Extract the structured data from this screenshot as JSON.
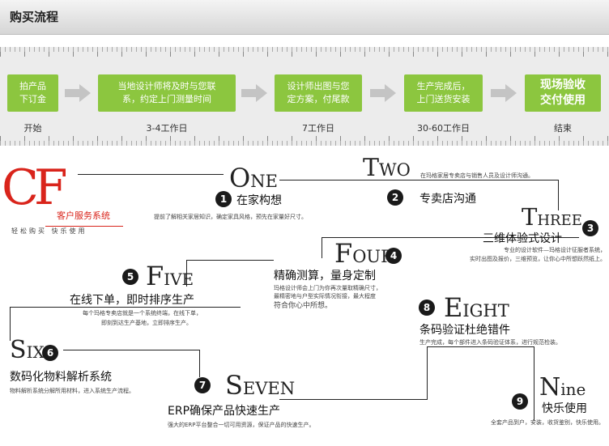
{
  "header": {
    "title": "购买流程"
  },
  "process": {
    "steps": [
      {
        "text": "拍产品\n下订金",
        "label": "开始"
      },
      {
        "text": "当地设计师将及时与您联\n系，约定上门测量时间",
        "label": "3-4工作日"
      },
      {
        "text": "设计师出图与您\n定方案，付尾款",
        "label": "7工作日"
      },
      {
        "text": "生产完成后，\n上门送货安装",
        "label": "30-60工作日"
      },
      {
        "text": "现场验收\n交付使用",
        "label": "结束"
      }
    ]
  },
  "brand": {
    "logo": "CF",
    "subtitle": "客户服务系统",
    "slogan": "轻松购买 快乐使用"
  },
  "flow": [
    {
      "num": "1",
      "en_cap": "O",
      "en_rest": "NE",
      "title": "在家构想",
      "desc": [
        "提前了解相关家居知识，确定家具风格，预先在家量好尺寸。"
      ]
    },
    {
      "num": "2",
      "en_cap": "T",
      "en_rest": "WO",
      "title": "专卖店沟通",
      "desc": [
        "在玛格家居专卖店与销售人员及设计师沟通。"
      ]
    },
    {
      "num": "3",
      "en_cap": "T",
      "en_rest": "HREE",
      "title": "三维体验式设计",
      "desc": [
        "专业的设计软件—玛格设计征服者系统，",
        "实时出图及报价，三维预览，让你心中所想跃然纸上。"
      ]
    },
    {
      "num": "4",
      "en_cap": "F",
      "en_rest": "OUR",
      "title": "精确测算，量身定制",
      "desc": [
        "玛格设计师会上门为你再次量取精确尺寸，",
        "最精密地与户型实际情况衔接，最大程度",
        "符合你心中所想。"
      ]
    },
    {
      "num": "5",
      "en_cap": "F",
      "en_rest": "IVE",
      "title": "在线下单，即时排序生产",
      "desc": [
        "每个玛格专卖店就是一个系统终端，在线下单，",
        "即刻到达生产基地，立即排序生产。"
      ]
    },
    {
      "num": "6",
      "en_cap": "S",
      "en_rest": "IX",
      "title": "数码化物料解析系统",
      "desc": [
        "物料解析系统分解所用材料，进入系统生产流程。"
      ]
    },
    {
      "num": "7",
      "en_cap": "S",
      "en_rest": "EVEN",
      "title": "ERP确保产品快速生产",
      "desc": [
        "强大的ERP平台整合一切可用资源，保证产品的快速生产。"
      ]
    },
    {
      "num": "8",
      "en_cap": "E",
      "en_rest": "IGHT",
      "title": "条码验证杜绝错件",
      "desc": [
        "生产完成，每个部件进入条码验证体系，进行规范检装。"
      ]
    },
    {
      "num": "9",
      "en_cap": "N",
      "en_rest": "ine",
      "title": "快乐使用",
      "desc": [
        "全套产品到户，安装，收货鉴别，快乐使用。"
      ]
    }
  ]
}
